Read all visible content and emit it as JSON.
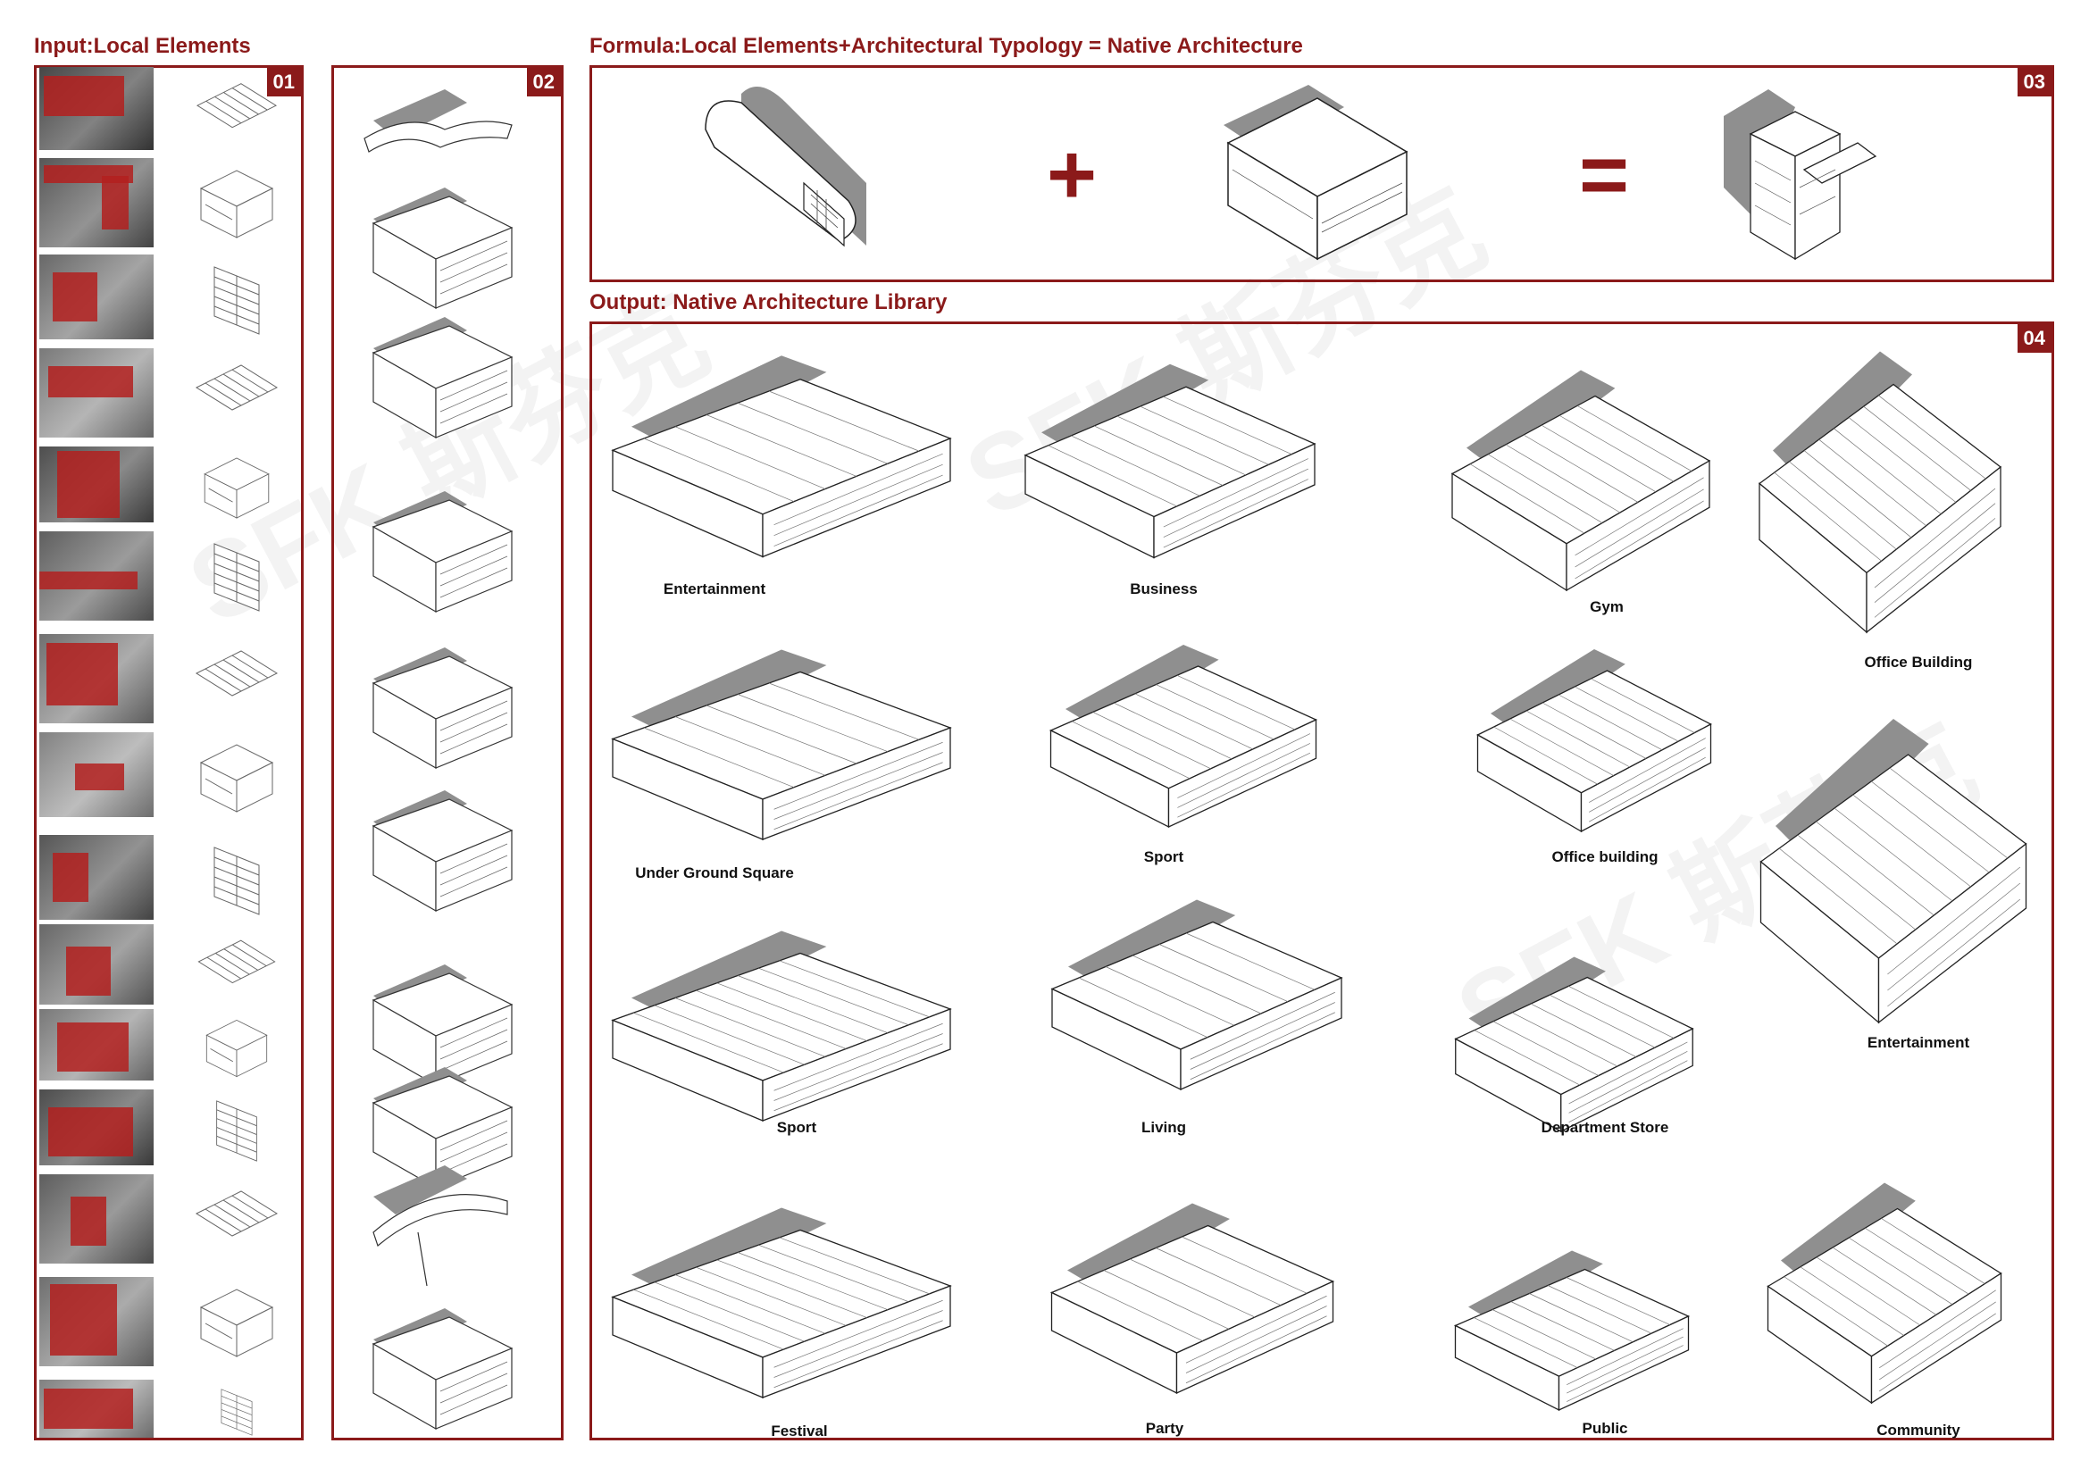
{
  "titles": {
    "input": "Input:Local Elements",
    "formula": "Formula:Local Elements+Architectural Typology = Native Architecture",
    "output": "Output: Native Architecture Library"
  },
  "badges": {
    "p1": "01",
    "p2": "02",
    "p3": "03",
    "p4": "04"
  },
  "formula_ops": {
    "plus": "+",
    "equals": "="
  },
  "library": [
    "Entertainment",
    "Business",
    "Gym",
    "Office Building",
    "Under Ground Square",
    "Sport",
    "Office building",
    "Sport",
    "Living",
    "Department Store",
    "Entertainment",
    "Festival",
    "Party",
    "Public",
    "Community"
  ],
  "watermark": {
    "text": "SFK 斯芬克"
  },
  "colors": {
    "accent": "#8b1a1a",
    "shadow": "#8f8f8f"
  }
}
